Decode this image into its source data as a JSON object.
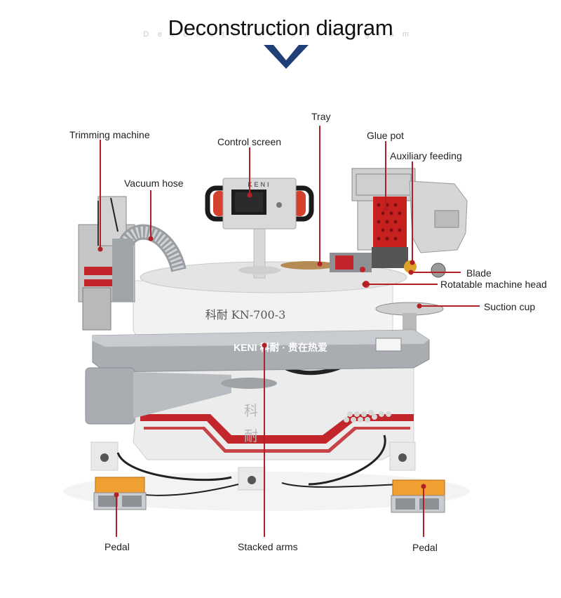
{
  "title": "Deconstruction diagram",
  "title_echo": "Deconstruction diagram",
  "machine_texts": {
    "screen_brand": "KENI",
    "model_plate": "科耐 KN-700-3",
    "arm_slogan": "KENI 科耐 · 贵在热爱",
    "base_mark_1": "科",
    "base_mark_2": "耐"
  },
  "labels": {
    "tray": "Tray",
    "trimming_machine": "Trimming machine",
    "control_screen": "Control screen",
    "glue_pot": "Glue pot",
    "auxiliary_feeding": "Auxiliary feeding",
    "vacuum_hose": "Vacuum hose",
    "blade": "Blade",
    "rotatable_machine_head": "Rotatable machine head",
    "suction_cup": "Suction cup",
    "pedal_left": "Pedal",
    "stacked_arms": "Stacked arms",
    "pedal_right": "Pedal"
  },
  "colors": {
    "accent_red": "#b21f24",
    "chevron_navy": "#1f3f76",
    "machine_gray": "#a9adb2",
    "panel_white": "#efefef",
    "pedal_orange": "#f0a030"
  }
}
